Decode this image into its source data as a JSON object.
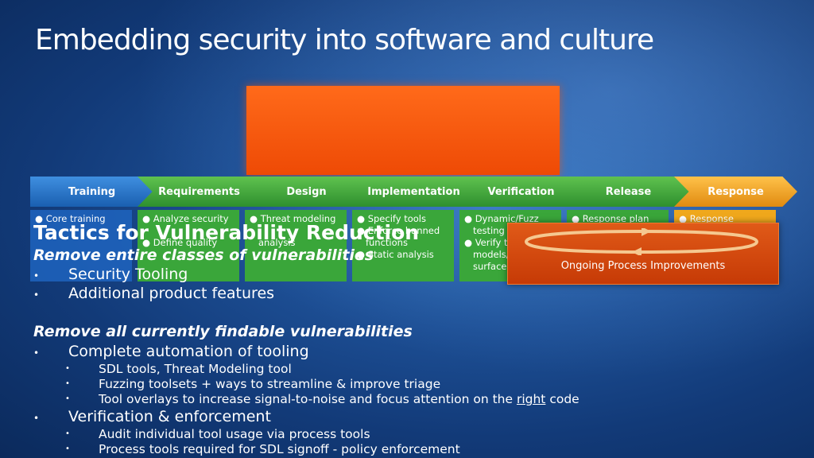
{
  "title": "Embedding security into software and culture",
  "phases": [
    {
      "label": "Training",
      "color": "#1f72c8",
      "bullets": [
        "Core training"
      ]
    },
    {
      "label": "Requirements",
      "color": "#3aa63a",
      "bullets": [
        "Analyze security",
        "",
        "Define quality",
        ""
      ]
    },
    {
      "label": "Design",
      "color": "#3aa63a",
      "bullets": [
        "Threat modeling",
        "",
        "analysis"
      ]
    },
    {
      "label": "Implementation",
      "color": "#3aa63a",
      "bullets": [
        "Specify tools",
        "Enforce banned",
        "functions",
        "Static analysis"
      ]
    },
    {
      "label": "Verification",
      "color": "#3aa63a",
      "bullets": [
        "Dynamic/Fuzz",
        "testing",
        "Verify threat",
        "models/attack",
        "surface"
      ]
    },
    {
      "label": "Release",
      "color": "#3aa63a",
      "bullets": [
        "Response plan"
      ]
    },
    {
      "label": "Response",
      "color": "#f0a81c",
      "bullets": [
        "Response"
      ]
    }
  ],
  "ongoing": "Ongoing Process Improvements",
  "content": {
    "heading": "Tactics for Vulnerability Reduction",
    "sub1": "Remove entire classes of vulnerabilities",
    "sub1_items": [
      "Security Tooling",
      "Additional product features"
    ],
    "sub2": "Remove all currently findable vulnerabilities",
    "item_a": "Complete automation of tooling",
    "item_a_sub": [
      "SDL tools, Threat Modeling tool",
      "Fuzzing toolsets + ways to streamline & improve triage"
    ],
    "item_a_sub3_pre": "Tool overlays to increase signal-to-noise and focus attention on the ",
    "item_a_sub3_em": "right",
    "item_a_sub3_post": " code",
    "item_b": "Verification & enforcement",
    "item_b_sub": [
      "Audit individual tool usage via process tools",
      "Process tools required for SDL signoff - policy enforcement"
    ]
  },
  "bullet_char": "•"
}
